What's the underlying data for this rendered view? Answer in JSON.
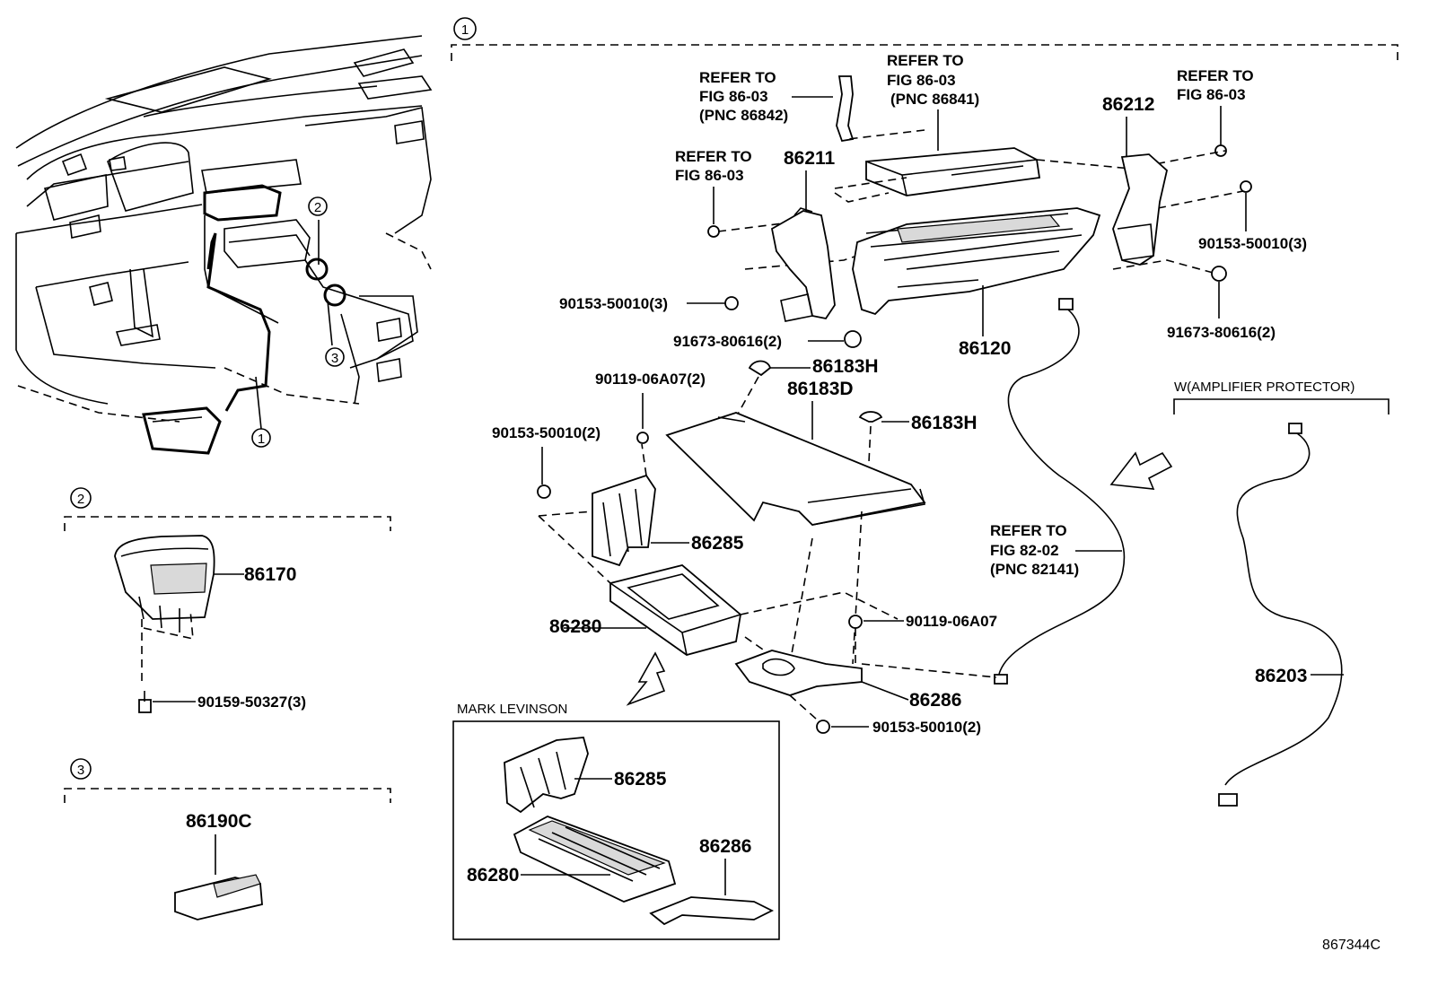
{
  "diagram_id": "867344C",
  "sections": {
    "s1": {
      "marker": "1"
    },
    "s2": {
      "marker": "2"
    },
    "s3": {
      "marker": "3"
    }
  },
  "overview_markers": [
    "1",
    "2",
    "3"
  ],
  "refs": {
    "fig8603_pnc86842": [
      "REFER TO",
      "FIG 86-03",
      "(PNC 86842)"
    ],
    "fig8603_pnc86841": [
      "REFER TO",
      "FIG 86-03",
      "(PNC 86841)"
    ],
    "fig8603_left": [
      "REFER TO",
      "FIG 86-03"
    ],
    "fig8603_right": [
      "REFER TO",
      "FIG 86-03"
    ],
    "fig8202_pnc82141": [
      "REFER TO",
      "FIG 82-02",
      "(PNC 82141)"
    ]
  },
  "parts": {
    "p86211": "86211",
    "p86212": "86212",
    "p86120": "86120",
    "p90153_left": "90153-50010(3)",
    "p90153_right": "90153-50010(3)",
    "p91673_left": "91673-80616(2)",
    "p91673_right": "91673-80616(2)",
    "p86183H_top": "86183H",
    "p86183D": "86183D",
    "p86183H_mid": "86183H",
    "p90119_top": "90119-06A07(2)",
    "p90153_amp": "90153-50010(2)",
    "p86285": "86285",
    "p86280": "86280",
    "p90119_bot": "90119-06A07",
    "p86286": "86286",
    "p90153_bot": "90153-50010(2)",
    "p86203": "86203",
    "p86170": "86170",
    "p90159": "90159-50327(3)",
    "p86190C": "86190C",
    "ml_86285": "86285",
    "ml_86280": "86280",
    "ml_86286": "86286"
  },
  "notes": {
    "amp_protector": "W(AMPLIFIER PROTECTOR)",
    "mark_levinson": "MARK LEVINSON"
  }
}
